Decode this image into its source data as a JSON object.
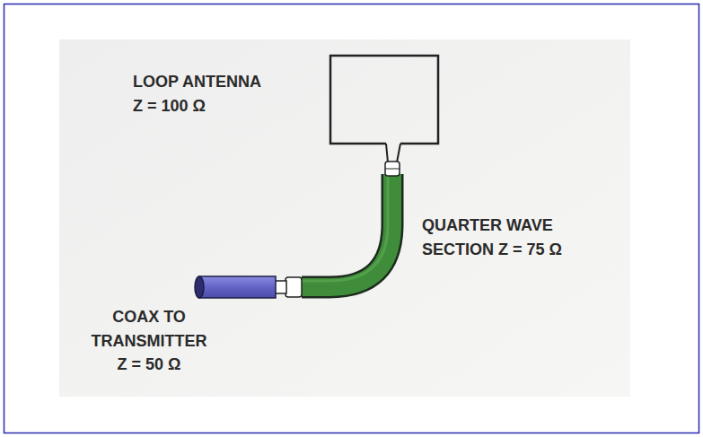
{
  "diagram": {
    "labels": [
      "LOOP ANTENNA",
      "Z = 100 Ω",
      "QUARTER WAVE",
      "SECTION Z = 75 Ω",
      "COAX TO",
      "TRANSMITTER",
      "Z = 50 Ω"
    ]
  }
}
